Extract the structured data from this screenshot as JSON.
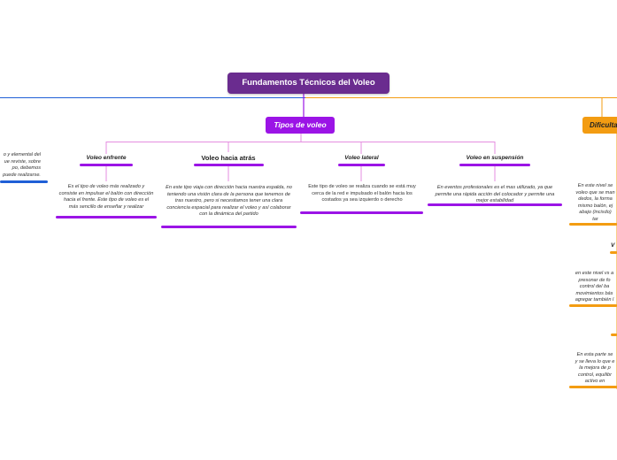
{
  "root": {
    "title": "Fundamentos Técnicos del Voleo"
  },
  "main_topic": {
    "label": "Tipos de voleo"
  },
  "right_topic": {
    "label": "Dificulta"
  },
  "subtopics": [
    {
      "label": "Voleo enfrente",
      "description": "Es el tipo de voleo más realizado y consiste en impulsar el balón con dirección hacia el frente. Este tipo de voleo es el más sencillo de enseñar y realizar"
    },
    {
      "label": "Voleo hacia atrás",
      "description": "En este tipo viaja con dirección hacia nuestra espalda, no teniendo una visión clara de la persona que tenemos de tras nuestro, pero si necesitamos tener una clara conciencia espacial para realizar el voleo y así colaborar con la dinámica del partido"
    },
    {
      "label": "Voleo lateral",
      "description": "Este tipo de voleo se realiza cuando se está muy cerca de la red e impulsado el balón hacia los costados ya sea izquierdo o derecho"
    },
    {
      "label": "Voleo en suspensión",
      "description": "En eventos profesionales es el mas utilizado, ya que permite una rápida acción del colocador y permite una mejor estabilidad"
    }
  ],
  "left_fragment": {
    "lines": [
      "o y elemental del",
      "ue reviste, sobre",
      "po, debemos",
      "puede realizarse."
    ]
  },
  "right_fragments": {
    "block1": [
      "En este nivel se",
      "voleo que se man",
      "dedos, la forma",
      "mismo balón, ej",
      "abajo (incisdo)",
      "tar"
    ],
    "label1": "V",
    "block2": [
      "en este nivel vs a",
      "presonar de fo",
      "control del ba",
      "movimientos bás",
      "agregar también l"
    ],
    "block3": [
      "En esta parte se",
      "y se lleva lo que e",
      "la mejora de p",
      "control, equilibr",
      "activo en"
    ]
  }
}
